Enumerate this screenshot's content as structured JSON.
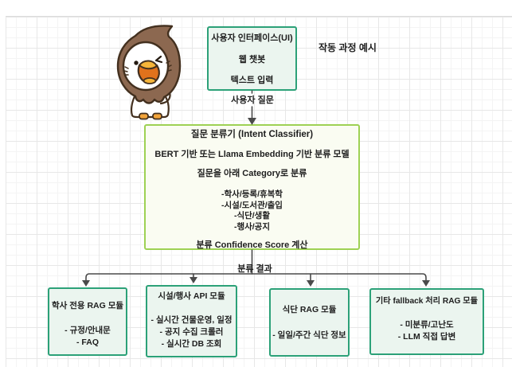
{
  "header": {
    "example_label": "작동 과정 예시"
  },
  "mascot": {
    "name": "owl-chick-mascot"
  },
  "flow": {
    "ui_box": {
      "title": "사용자 인터페이스(UI)",
      "line1": "웹 챗봇",
      "line2": "텍스트 입력"
    },
    "edge_user_question": "사용자 질문",
    "classifier": {
      "title": "질문 분류기 (Intent Classifier)",
      "model_line": "BERT 기반 또는 Llama Embedding 기반 분류 모델",
      "category_line": "질문을 아래 Category로 분류",
      "categories": [
        "-학사/등록/휴복학",
        "-시설/도서관/출입",
        "-식단/생활",
        "-행사/공지"
      ],
      "score_line": "분류 Confidence Score 계산"
    },
    "edge_classification_result": "분류 결과",
    "modules": [
      {
        "title": "학사 전용 RAG 모듈",
        "items": [
          "- 규정/안내문",
          "- FAQ"
        ]
      },
      {
        "title": "시설/행사 API 모듈",
        "items": [
          "- 실시간 건물운영, 일정",
          "- 공지 수집 크롤러",
          "- 실시간 DB 조회"
        ]
      },
      {
        "title": "식단 RAG 모듈",
        "items": [
          "- 일일/주간 식단 정보"
        ]
      },
      {
        "title": "기타 fallback 처리 RAG 모듈",
        "items": [
          "- 미분류/고난도",
          "- LLM 직접 답변"
        ]
      }
    ]
  },
  "colors": {
    "box_border": "#2ca178",
    "box_fill": "#ebf5ef",
    "classifier_border": "#9ed154",
    "classifier_fill": "#fafcf2",
    "connector": "#4a4a4a",
    "text": "#1e1e1e"
  }
}
